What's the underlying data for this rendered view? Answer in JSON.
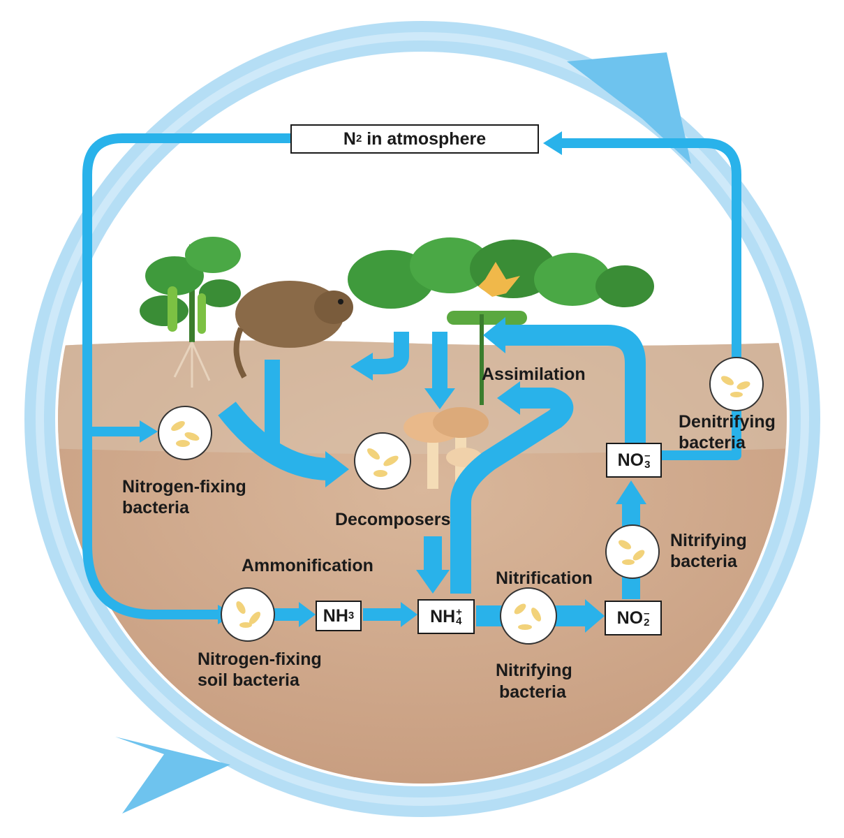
{
  "atmosphere": {
    "species": "N",
    "subscript": "2",
    "text": " in atmosphere"
  },
  "labels": {
    "assimilation": "Assimilation",
    "denitrifying_line1": "Denitrifying",
    "denitrifying_line2": "bacteria",
    "nitrogen_fixing_line1": "Nitrogen-fixing",
    "nitrogen_fixing_line2": "bacteria",
    "decomposers": "Decomposers",
    "ammonification": "Ammonification",
    "nitrification": "Nitrification",
    "nitrifying_right_line1": "Nitrifying",
    "nitrifying_right_line2": "bacteria",
    "soil_bacteria_line1": "Nitrogen-fixing",
    "soil_bacteria_line2": "soil bacteria",
    "nitrifying_bottom_line1": "Nitrifying",
    "nitrifying_bottom_line2": "bacteria"
  },
  "compounds": {
    "nh3": {
      "base": "NH",
      "sub": "3"
    },
    "nh4": {
      "base": "NH",
      "sub": "4",
      "sup": "+"
    },
    "no2": {
      "base": "NO",
      "sub": "2",
      "sup": "–"
    },
    "no3": {
      "base": "NO",
      "sub": "3",
      "sup": "–"
    }
  },
  "colors": {
    "arrow": "#29b2ea",
    "outer_cycle": "#9fd3f1",
    "soil": "#c9a183",
    "soil_top": "#d8c2ac",
    "leaf": "#3f9a3c",
    "bacteria": "#f2d27a"
  }
}
